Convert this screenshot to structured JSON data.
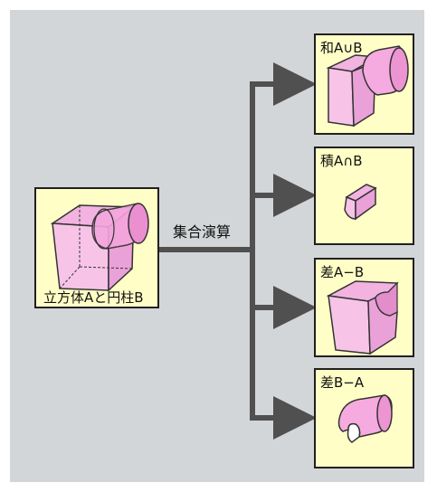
{
  "diagram": {
    "source": {
      "label": "立方体Aと円柱B"
    },
    "operation_label": "集合演算",
    "results": [
      {
        "label": "和A∪B"
      },
      {
        "label": "積A∩B"
      },
      {
        "label": "差A−B"
      },
      {
        "label": "差B−A"
      }
    ]
  },
  "colors": {
    "background": "#d3d6d8",
    "box_fill": "#fffec6",
    "shape_fill": "#f7b7e3",
    "shape_dark": "#e58fcf",
    "arrow": "#505050"
  }
}
